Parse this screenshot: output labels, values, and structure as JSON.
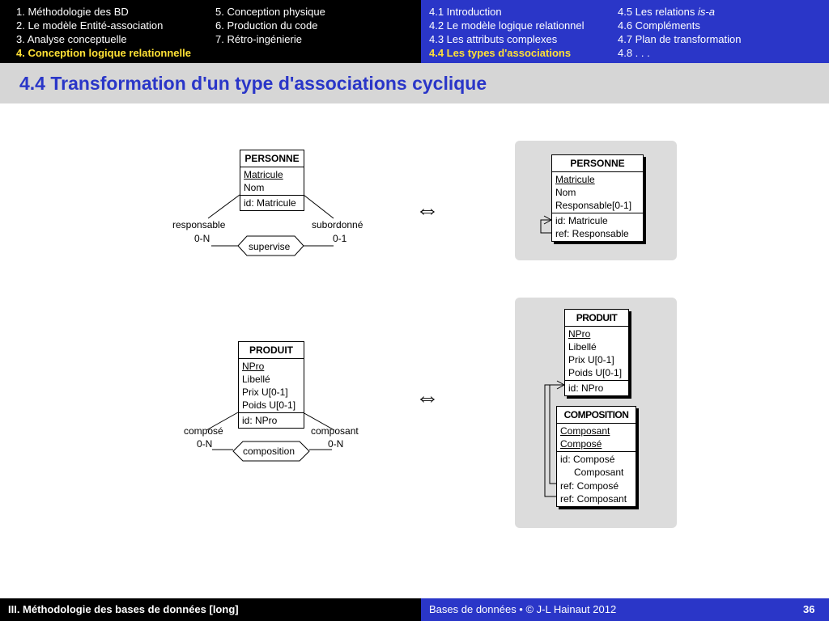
{
  "nav": {
    "col1": [
      "1. Méthodologie des BD",
      "2. Le modèle Entité-association",
      "3. Analyse conceptuelle",
      "4. Conception logique relationnelle"
    ],
    "col2": [
      "5. Conception physique",
      "6. Production du code",
      "7. Rétro-ingénierie"
    ],
    "col3": [
      "4.1 Introduction",
      "4.2 Le modèle logique relationnel",
      "4.3 Les attributs complexes",
      "4.4 Les types d'associations"
    ],
    "col4_prefix": "4.5 Les relations ",
    "col4_italic": "is-a",
    "col4": [
      "4.6 Compléments",
      "4.7 Plan de transformation",
      "4.8 . . ."
    ]
  },
  "title": "4.4 Transformation d'un type d'associations cyclique",
  "equiv_symbol": "⇔",
  "diagram1": {
    "entity": "PERSONNE",
    "attrs": [
      "Matricule",
      "Nom"
    ],
    "id": "id: Matricule",
    "role_left": "responsable",
    "card_left": "0-N",
    "role_right": "subordonné",
    "card_right": "0-1",
    "assoc": "supervise"
  },
  "table1": {
    "name": "PERSONNE",
    "cols": [
      "Matricule",
      "Nom",
      "Responsable[0-1]"
    ],
    "id": "id: Matricule",
    "ref": "ref: Responsable"
  },
  "diagram2": {
    "entity": "PRODUIT",
    "attrs": [
      "NPro",
      "Libellé",
      "Prix U[0-1]",
      "Poids U[0-1]"
    ],
    "id": "id: NPro",
    "role_left": "composé",
    "card_left": "0-N",
    "role_right": "composant",
    "card_right": "0-N",
    "assoc": "composition"
  },
  "table2": {
    "name": "PRODUIT",
    "cols": [
      "NPro",
      "Libellé",
      "Prix U[0-1]",
      "Poids U[0-1]"
    ],
    "id": "id: NPro"
  },
  "table3": {
    "name": "COMPOSITION",
    "cols": [
      "Composant",
      "Composé"
    ],
    "id1": "id: Composé",
    "id2": "Composant",
    "ref1": "ref: Composé",
    "ref2": "ref: Composant"
  },
  "footer": {
    "left": "III. Méthodologie des bases de données [long]",
    "center": "Bases de données • © J-L Hainaut  2012",
    "page": "36"
  }
}
